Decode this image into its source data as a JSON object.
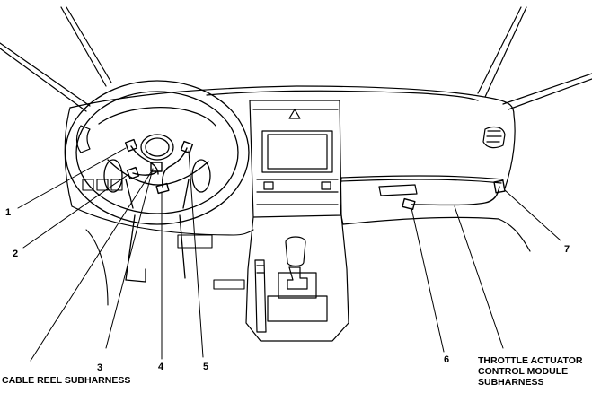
{
  "callouts": [
    "1",
    "2",
    "3",
    "4",
    "5",
    "6",
    "7"
  ],
  "captions": {
    "cable_reel": "CABLE REEL SUBHARNESS",
    "throttle_line1": "THROTTLE ACTUATOR",
    "throttle_line2": "CONTROL MODULE",
    "throttle_line3": "SUBHARNESS"
  }
}
